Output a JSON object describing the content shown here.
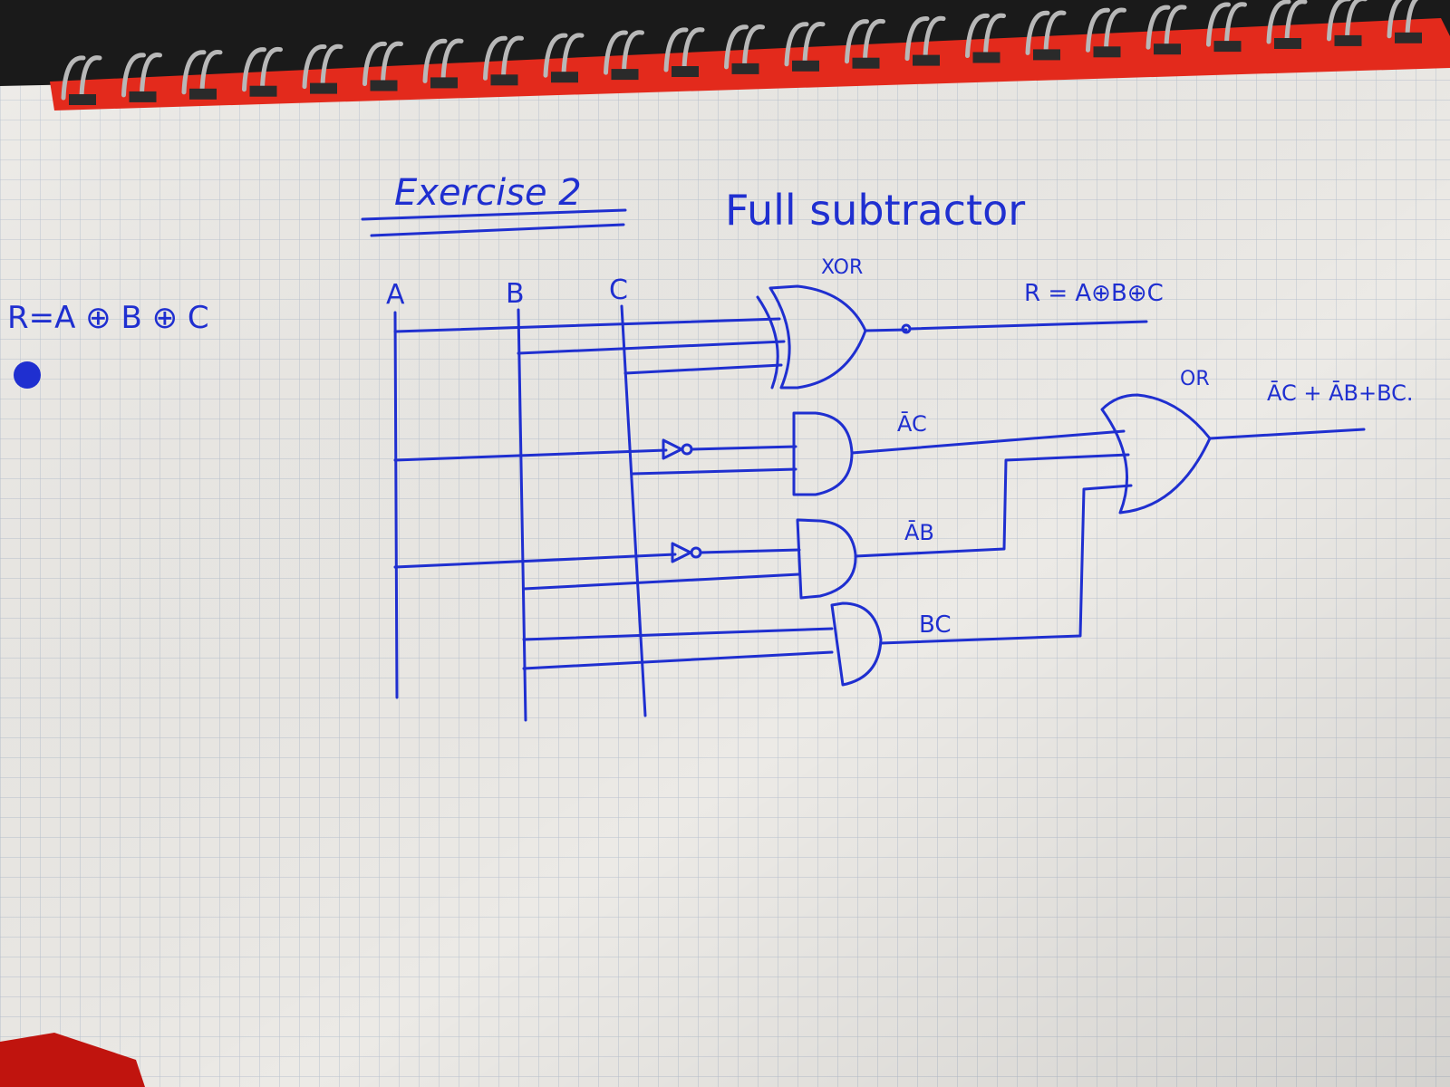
{
  "notebook": {
    "title": "Exercise 2",
    "subtitle": "Full subtractor",
    "side_formula": "R=A ⊕ B ⊕ C",
    "colors": {
      "ink": "#1f2fd0",
      "paper": "#eceae6",
      "grid": "#b9c2cf",
      "binding_red": "#e32a1c",
      "ring_metal": "#b8b8b8"
    }
  },
  "circuit": {
    "inputs": [
      "A",
      "B",
      "C"
    ],
    "gates": {
      "xor_label": "XOR",
      "or_label": "OR"
    },
    "terms": {
      "ac": "ĀC",
      "ab": "ĀB",
      "bc": "BC"
    },
    "outputs": {
      "r": "R = A⊕B⊕C",
      "borrow": "ĀC + ĀB+BC."
    }
  }
}
